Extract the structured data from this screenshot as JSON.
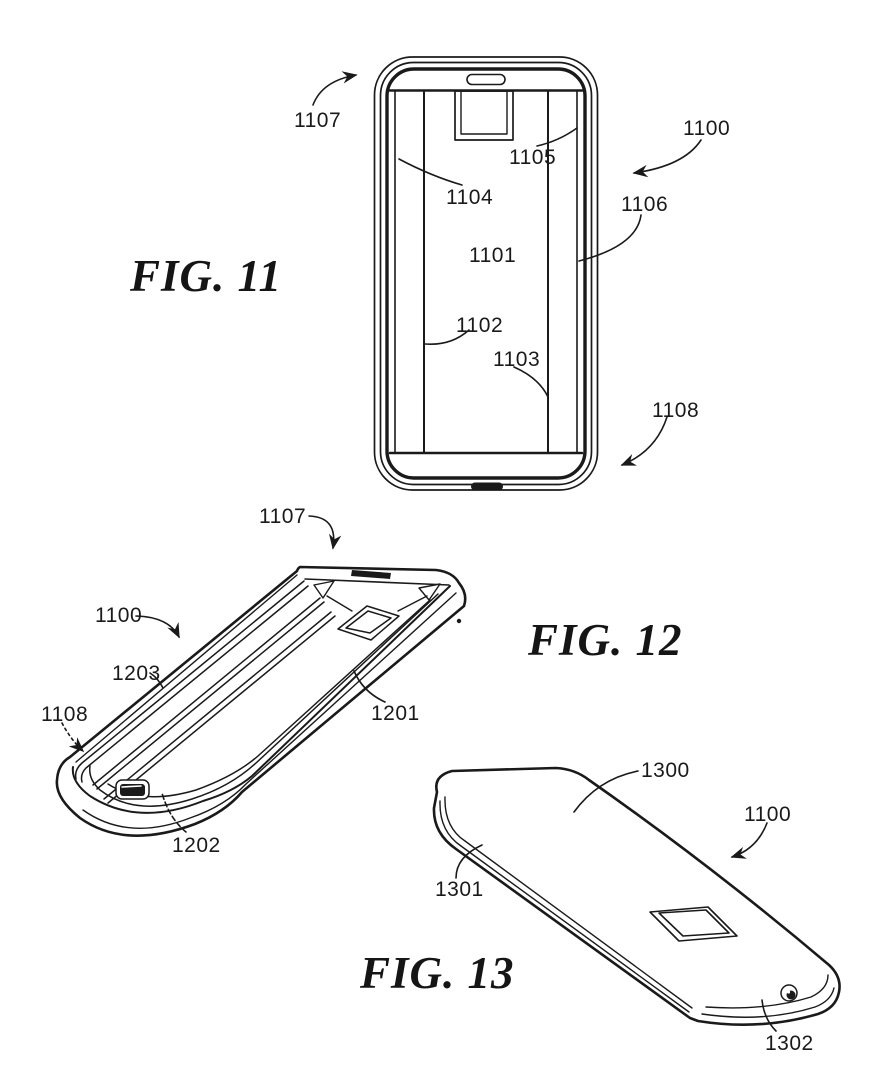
{
  "page": {
    "background_color": "#ffffff",
    "ink_color": "#1a1a1a"
  },
  "figures": {
    "fig11": {
      "title": "FIG. 11",
      "refs": [
        "1107",
        "1100",
        "1105",
        "1104",
        "1106",
        "1101",
        "1102",
        "1103",
        "1108"
      ]
    },
    "fig12": {
      "title": "FIG. 12",
      "refs": [
        "1107",
        "1100",
        "1203",
        "1108",
        "1201",
        "1202"
      ]
    },
    "fig13": {
      "title": "FIG. 13",
      "refs": [
        "1300",
        "1100",
        "1301",
        "1302"
      ]
    }
  }
}
